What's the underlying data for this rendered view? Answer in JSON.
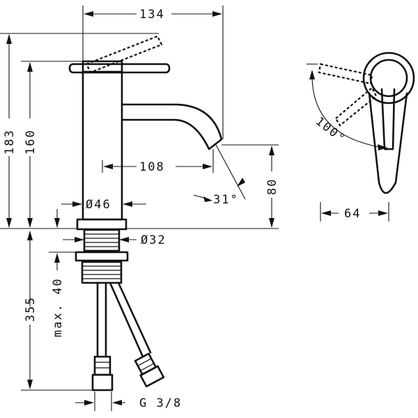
{
  "dimensions": {
    "overall_width": "134",
    "spout_reach": "108",
    "body_diameter": "Ø46",
    "thread_diameter": "Ø32",
    "total_height": "183",
    "lever_height": "160",
    "spout_height": "80",
    "spout_angle": "31°",
    "mounting_length": "355",
    "max_thickness": "max. 40",
    "connection": "G 3/8",
    "lever_rotation": "100°",
    "side_depth": "64"
  }
}
